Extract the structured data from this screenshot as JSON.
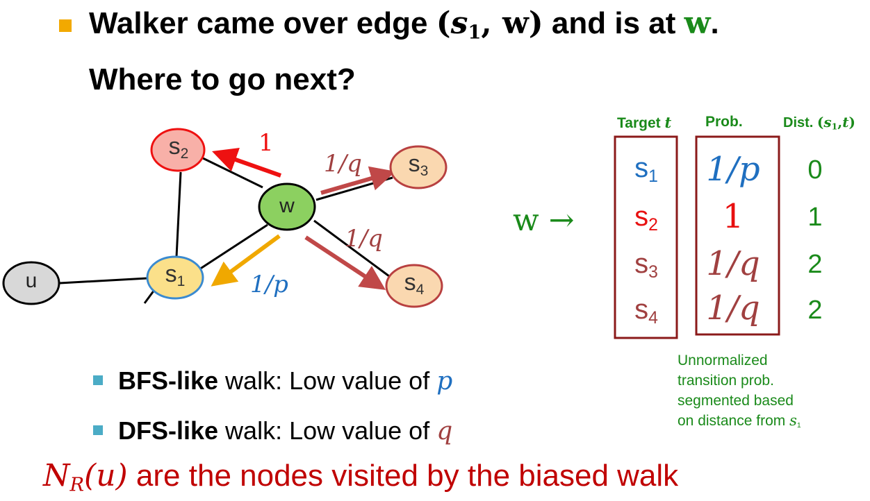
{
  "colors": {
    "accent_bullet": "#f2a900",
    "sub_bullet": "#4bacc6",
    "green": "#1a8a1a",
    "blue": "#1f6fc0",
    "red": "#e81010",
    "brown": "#a04040",
    "dark_red_box": "#8b1a1a",
    "bottom_text": "#c00000"
  },
  "title": {
    "line1_prefix": "Walker came over edge ",
    "edge_open": "(",
    "edge_s": "s",
    "edge_sub": "1",
    "edge_comma": ", w",
    "edge_close": ")",
    "line1_middle": " and is at ",
    "line1_w": "w",
    "line1_end": ".",
    "line2": "Where to go next?"
  },
  "graph": {
    "nodes": {
      "s2": {
        "letter": "s",
        "sub": "2"
      },
      "s3": {
        "letter": "s",
        "sub": "3"
      },
      "w": {
        "letter": "w"
      },
      "s1": {
        "letter": "s",
        "sub": "1"
      },
      "s4": {
        "letter": "s",
        "sub": "4"
      },
      "u": {
        "letter": "u"
      }
    },
    "edge_labels": {
      "to_s2": "1",
      "to_s3": "1/q",
      "to_s4": "1/q",
      "to_s1": "1/p"
    }
  },
  "table": {
    "headers": {
      "target": "Target ",
      "target_var": "t",
      "prob": "Prob.",
      "dist": "Dist. ",
      "dist_open": "(",
      "dist_s": "s",
      "dist_sub": "1",
      "dist_comma": ",",
      "dist_t": "t",
      "dist_close": ")"
    },
    "source_label": "w →",
    "rows": [
      {
        "letter": "s",
        "sub": "1",
        "prob": "1/p",
        "dist": "0"
      },
      {
        "letter": "s",
        "sub": "2",
        "prob": "1",
        "dist": "1"
      },
      {
        "letter": "s",
        "sub": "3",
        "prob": "1/q",
        "dist": "2"
      },
      {
        "letter": "s",
        "sub": "4",
        "prob": "1/q",
        "dist": "2"
      }
    ],
    "note_lines": [
      "Unnormalized",
      "transition prob.",
      "segmented based",
      "on distance from "
    ],
    "note_var": "s",
    "note_var_sub": "1"
  },
  "bullets": [
    {
      "bold": "BFS-like",
      "text": " walk: Low value of ",
      "var": "p"
    },
    {
      "bold": "DFS-like",
      "text": " walk: Low value of ",
      "var": "q"
    }
  ],
  "bottom": {
    "n": "N",
    "n_sub": "R",
    "arg": "(u)",
    "text": " are the nodes visited by the biased walk"
  }
}
